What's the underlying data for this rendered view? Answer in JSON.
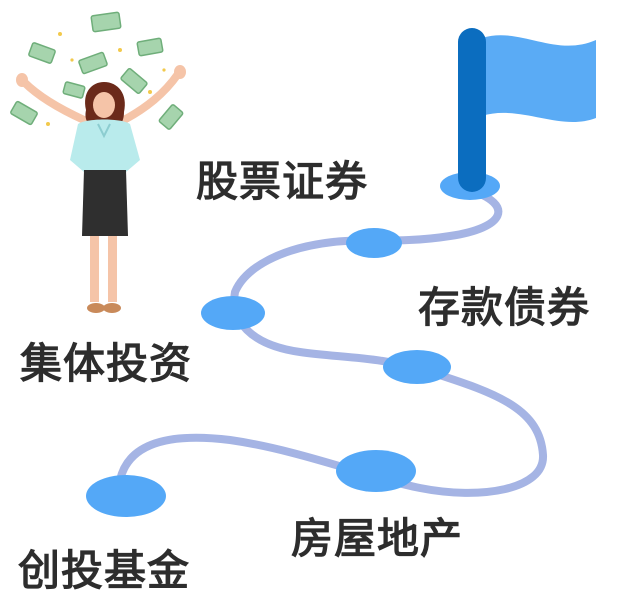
{
  "labels": {
    "stocks": "股票证券",
    "deposits": "存款债券",
    "collective": "集体投资",
    "real_estate": "房屋地产",
    "venture": "创投基金"
  },
  "colors": {
    "path": "#a5b4e4",
    "node": "#54a8f7",
    "flag": "#5aabf5",
    "pole": "#0b6dbf",
    "text": "#2d2d2d",
    "money": "#a6d4ad",
    "shirt": "#b9ebec",
    "skirt": "#2f2f2f",
    "hair": "#6b2a1a",
    "skin": "#f5c4a8"
  },
  "icons": {
    "flag": "flag-icon",
    "woman": "celebrating-woman-icon",
    "money": "banknote-icon"
  }
}
